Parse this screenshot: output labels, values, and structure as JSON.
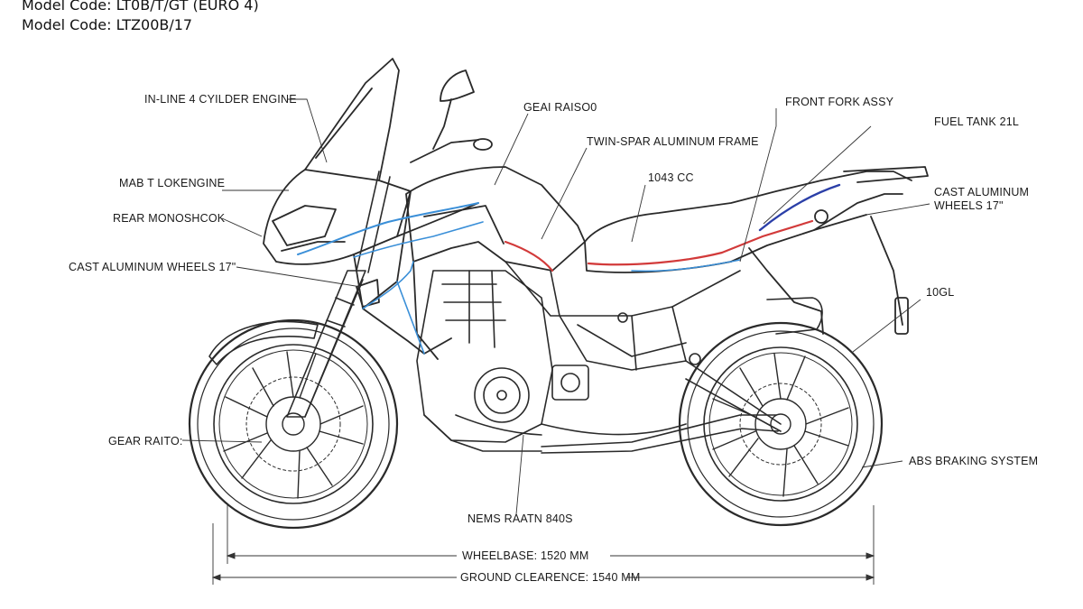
{
  "header": {
    "model_code_1": "Model Code: LT0B/T/GT (EURO 4)",
    "model_code_2": "Model Code: LTZ00B/17"
  },
  "callouts": {
    "inline_engine": "IN-LINE 4 CYILDER ENGINE",
    "main_engine": "MAB T LOKENGINE",
    "rear_monoshock": "REAR MONOSHCOK",
    "cast_wheels_left": "CAST ALUMINUM WHEELS 17\"",
    "gear_ratio_left": "GEAR RAITO:",
    "gear_ratio_top": "GEAI RAISO0",
    "twin_spar_frame": "TWIN-SPAR ALUMINUM FRAME",
    "displacement": "1043 CC",
    "front_fork": "FRONT FORK ASSY",
    "fuel_tank": "FUEL TANK 21L",
    "cast_wheels_right_1": "CAST ALUMINUM",
    "cast_wheels_right_2": "WHEELS 17\"",
    "code_10gl": "10GL",
    "abs": "ABS BRAKING SYSTEM",
    "bottom_label": "NEMS RAATN 840S",
    "wheelbase": "WHEELBASE: 1520 MM",
    "ground_clearance": "GROUND CLEARENCE: 1540 MM"
  },
  "colors": {
    "line": "#2a2a2a",
    "accent_blue": "#3a8fd8",
    "accent_red": "#d23a3a",
    "accent_navy": "#2b3fa8"
  }
}
